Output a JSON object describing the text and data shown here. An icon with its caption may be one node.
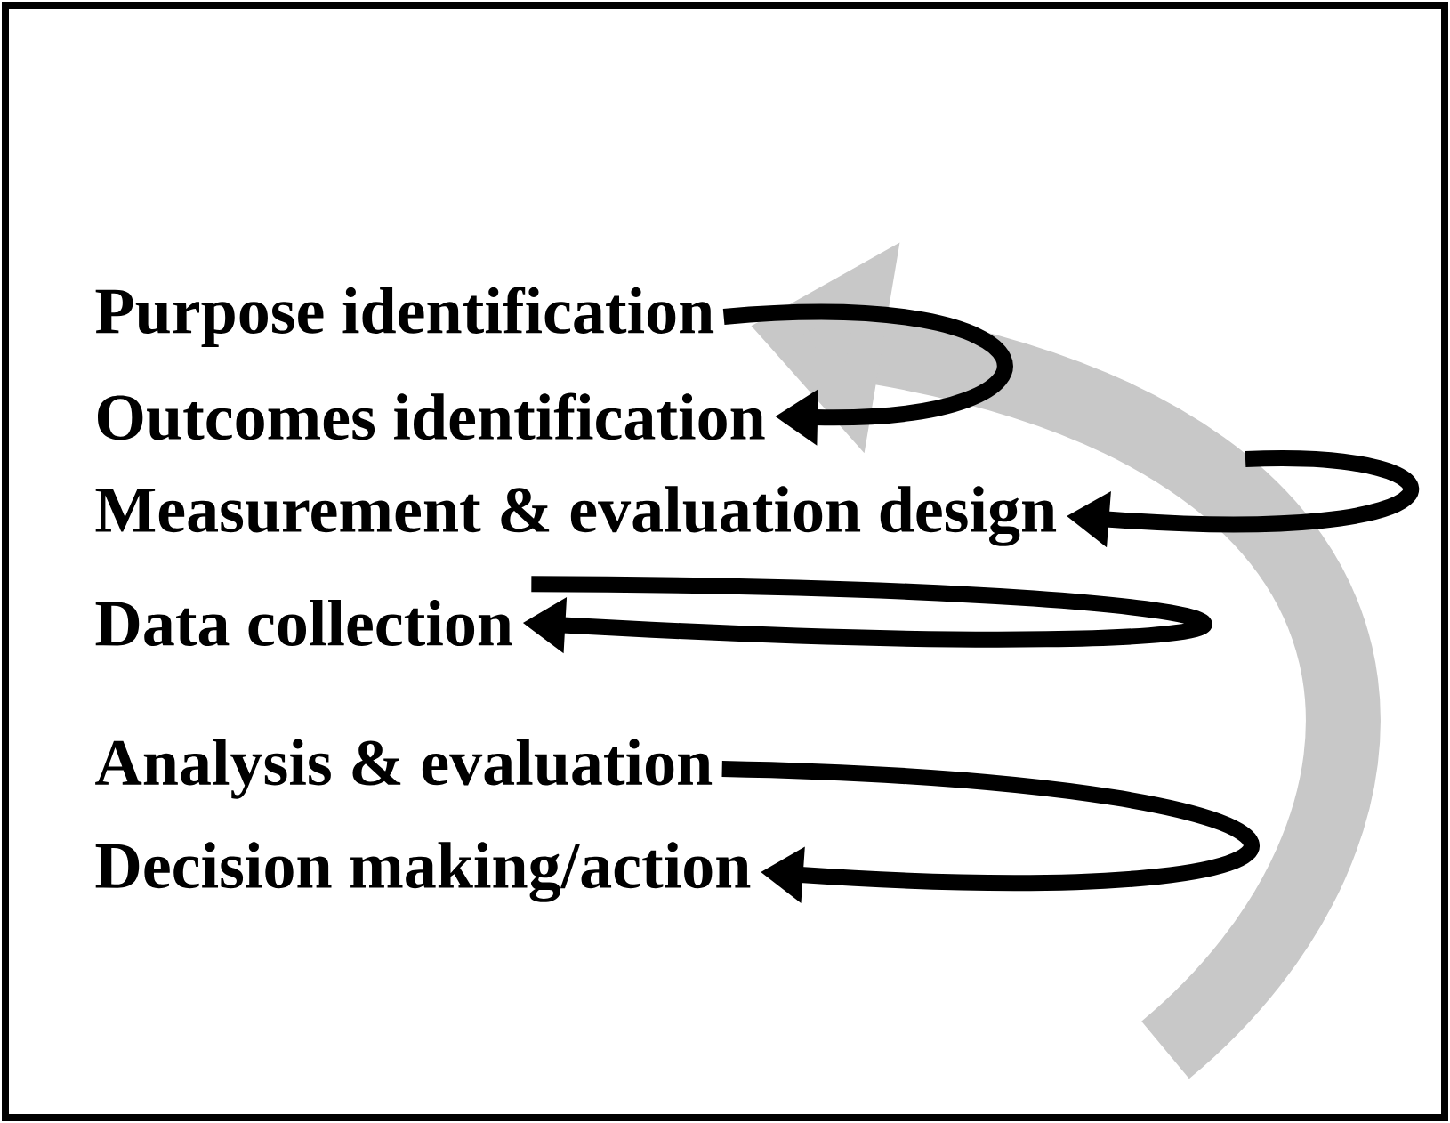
{
  "diagram": {
    "nodes": [
      {
        "text": [
          "Purpose identification"
        ]
      },
      {
        "text": [
          "Outcomes identification"
        ]
      },
      {
        "text": [
          "Measurement & evaluation design"
        ]
      },
      {
        "text": [
          "Data collection"
        ]
      },
      {
        "text": [
          "Analysis & evaluation"
        ]
      },
      {
        "text": [
          "Decision making/action"
        ]
      }
    ],
    "edges": [
      {
        "from": 0,
        "to": 1,
        "arrow": "to"
      },
      {
        "from": null,
        "to": 2,
        "arrow": "to"
      },
      {
        "from": 2,
        "to": 3,
        "arrow": "to"
      },
      {
        "from": 4,
        "to": 5,
        "arrow": "to"
      },
      {
        "from": null,
        "to": 0,
        "arrow": "to",
        "style": "thick",
        "color": "#c8c8c8"
      }
    ]
  }
}
